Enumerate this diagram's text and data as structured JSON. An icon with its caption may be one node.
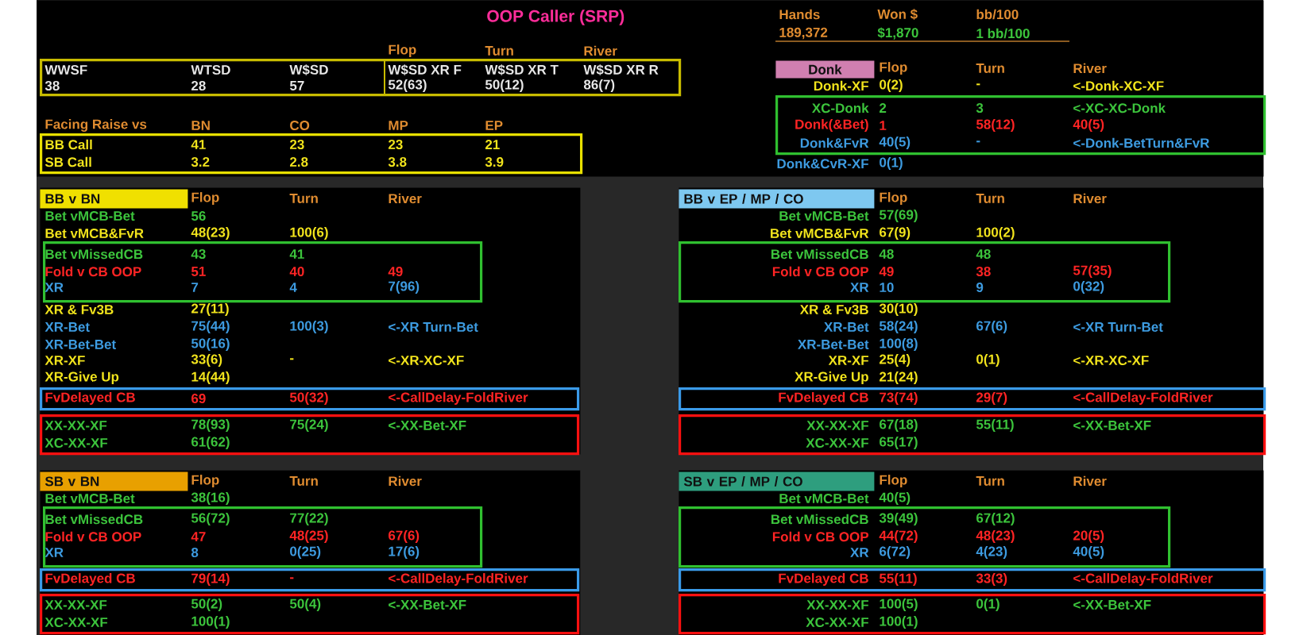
{
  "diagram": {
    "title": "OOP Caller (SRP)",
    "nodes": [
      {
        "text": [
          "Flop",
          "Turn",
          "River",
          "Facing Raise vs",
          "BN",
          "CO",
          "MP",
          "EP",
          "Hands",
          "Won $",
          "bb/100",
          "189,372",
          "$1,870",
          "1 bb/100",
          "Flop",
          "Turn",
          "River",
          "Donk-XF",
          "0(2)",
          "-",
          "<-Donk-XC-XF",
          "Donk&CvR-XF",
          "0(1)"
        ]
      },
      {
        "text": [
          "WWSF",
          "WTSD",
          "W$SD",
          "W$SD XR F",
          "W$SD XR T",
          "W$SD XR R",
          "38",
          "28",
          "57",
          "52(63)",
          "50(12)",
          "86(7)"
        ],
        "in": 0
      },
      {
        "text": [
          "BB Call",
          "41",
          "23",
          "23",
          "21",
          "SB Call",
          "3.2",
          "2.8",
          "3.8",
          "3.9"
        ],
        "in": 0
      },
      {
        "text": [
          "Donk"
        ],
        "in": 0
      },
      {
        "text": [
          "XC-Donk",
          "2",
          "3",
          "<-XC-XC-Donk",
          "Donk(&Bet)",
          "1",
          "58(12)",
          "40(5)",
          "Donk&FvR",
          "40(5)",
          "-",
          "<-Donk-BetTurn&FvR"
        ],
        "in": 0
      },
      {
        "text": [
          "Flop",
          "Turn",
          "River",
          "Bet vMCB-Bet",
          "56",
          "Bet vMCB&FvR",
          "48(23)",
          "100(6)",
          "XR & Fv3B",
          "27(11)",
          "XR-Bet",
          "75(44)",
          "100(3)",
          "<-XR Turn-Bet",
          "XR-Bet-Bet",
          "50(16)",
          "XR-XF",
          "33(6)",
          "-",
          "<-XR-XC-XF",
          "XR-Give Up",
          "14(44)"
        ]
      },
      {
        "text": [
          "BB v BN"
        ],
        "in": 5
      },
      {
        "text": [
          "Bet vMissedCB",
          "43",
          "41",
          "Fold v CB OOP",
          "51",
          "40",
          "49",
          "XR",
          "7",
          "4",
          "7(96)"
        ],
        "in": 5
      },
      {
        "text": [
          "FvDelayed CB",
          "69",
          "50(32)",
          "<-CallDelay-FoldRiver"
        ],
        "in": 5
      },
      {
        "text": [
          "XX-XX-XF",
          "78(93)",
          "75(24)",
          "<-XX-Bet-XF",
          "XC-XX-XF",
          "61(62)"
        ],
        "in": 5
      },
      {
        "text": [
          "Flop",
          "Turn",
          "River",
          "Bet vMCB-Bet",
          "57(69)",
          "Bet vMCB&FvR",
          "67(9)",
          "100(2)",
          "XR & Fv3B",
          "30(10)",
          "XR-Bet",
          "58(24)",
          "67(6)",
          "<-XR Turn-Bet",
          "XR-Bet-Bet",
          "100(8)",
          "XR-XF",
          "25(4)",
          "0(1)",
          "<-XR-XC-XF",
          "XR-Give Up",
          "21(24)"
        ]
      },
      {
        "text": [
          "BB v EP / MP / CO"
        ],
        "in": 10
      },
      {
        "text": [
          "Bet vMissedCB",
          "48",
          "48",
          "Fold v CB OOP",
          "49",
          "38",
          "57(35)",
          "XR",
          "10",
          "9",
          "0(32)"
        ],
        "in": 10
      },
      {
        "text": [
          "FvDelayed CB",
          "73(74)",
          "29(7)",
          "<-CallDelay-FoldRiver"
        ],
        "in": 10
      },
      {
        "text": [
          "XX-XX-XF",
          "67(18)",
          "55(11)",
          "<-XX-Bet-XF",
          "XC-XX-XF",
          "65(17)"
        ],
        "in": 10
      },
      {
        "text": [
          "Flop",
          "Turn",
          "River",
          "Bet vMCB-Bet",
          "38(16)"
        ]
      },
      {
        "text": [
          "SB v BN"
        ],
        "in": 15
      },
      {
        "text": [
          "Bet vMissedCB",
          "56(72)",
          "77(22)",
          "Fold v CB OOP",
          "47",
          "48(25)",
          "67(6)",
          "XR",
          "8",
          "0(25)",
          "17(6)"
        ],
        "in": 15
      },
      {
        "text": [
          "FvDelayed CB",
          "79(14)",
          "-",
          "<-CallDelay-FoldRiver"
        ],
        "in": 15
      },
      {
        "text": [
          "XX-XX-XF",
          "50(2)",
          "50(4)",
          "<-XX-Bet-XF",
          "XC-XX-XF",
          "100(1)"
        ],
        "in": 15
      },
      {
        "text": [
          "Flop",
          "Turn",
          "River",
          "Bet vMCB-Bet",
          "40(5)"
        ]
      },
      {
        "text": [
          "SB v EP / MP / CO"
        ],
        "in": 20
      },
      {
        "text": [
          "Bet vMissedCB",
          "39(49)",
          "67(12)",
          "Fold v CB OOP",
          "44(72)",
          "48(23)",
          "20(5)",
          "XR",
          "6(72)",
          "4(23)",
          "40(5)"
        ],
        "in": 20
      },
      {
        "text": [
          "FvDelayed CB",
          "55(11)",
          "33(3)",
          "<-CallDelay-FoldRiver"
        ],
        "in": 20
      },
      {
        "text": [
          "XX-XX-XF",
          "100(5)",
          "0(1)",
          "<-XX-Bet-XF",
          "XC-XX-XF",
          "100(1)"
        ],
        "in": 20
      }
    ]
  }
}
